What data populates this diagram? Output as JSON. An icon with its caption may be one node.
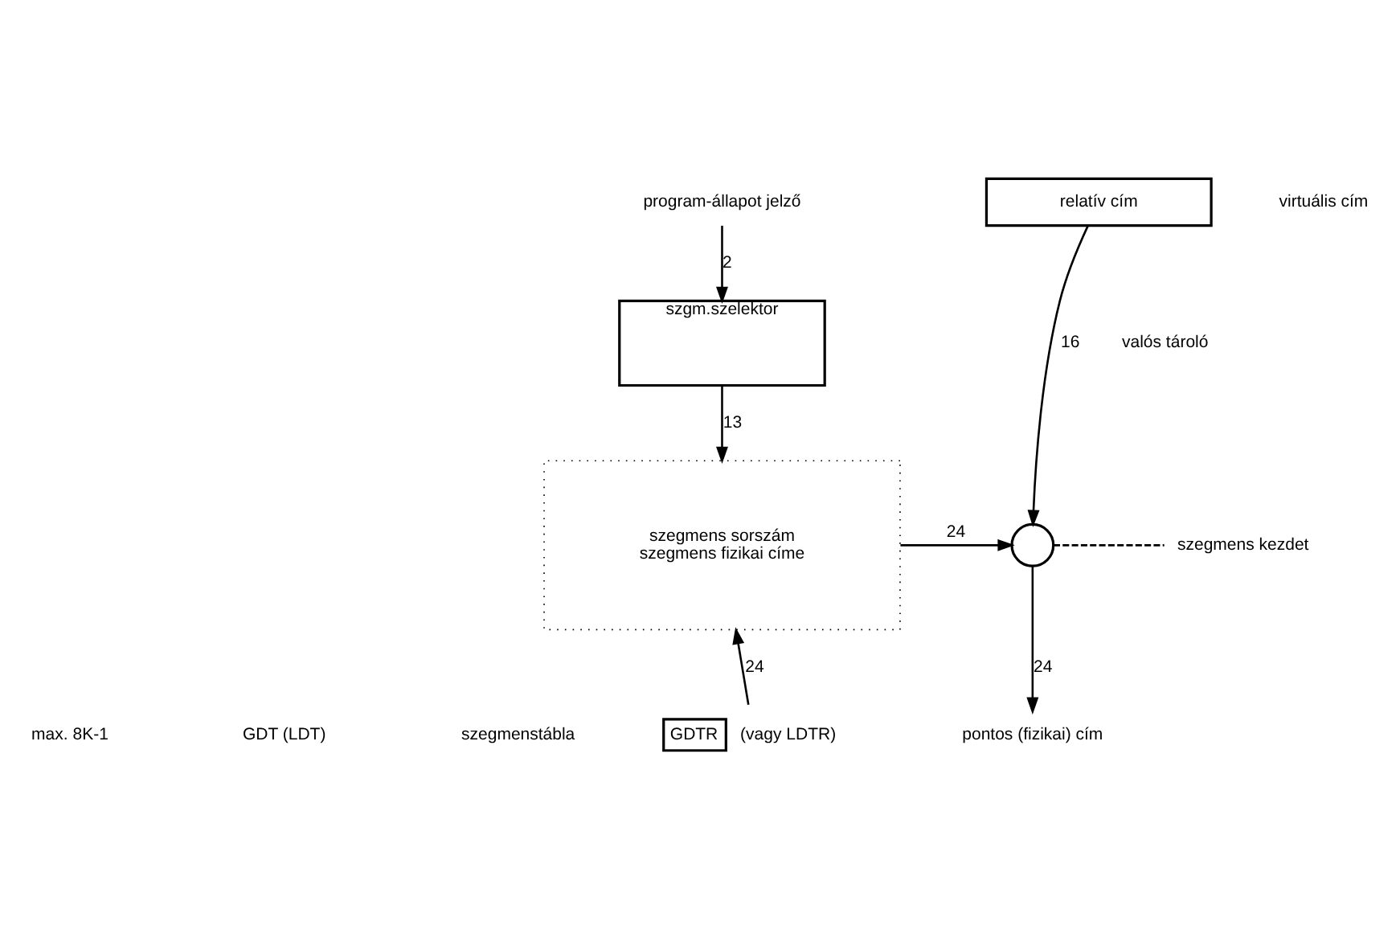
{
  "diagram": {
    "nodes": [
      {
        "text": [
          "program-állapot jelző"
        ]
      },
      {
        "text": [
          "szgm.szelektor"
        ]
      },
      {
        "text": [
          "relatív cím"
        ]
      },
      {
        "text": [
          "szegmens sorszám",
          "szegmens fizikai címe"
        ]
      },
      {
        "text": [],
        "shape": "circle"
      },
      {
        "text": [
          "szegmens kezdet"
        ]
      },
      {
        "text": [
          "pontos (fizikai) cím"
        ]
      },
      {
        "text": [
          "GDTR"
        ],
        "beside": [
          "(vagy LDTR)"
        ]
      }
    ],
    "edges": [
      {
        "from": 0,
        "to": 1,
        "arrow": "to",
        "label": "2"
      },
      {
        "from": 1,
        "to": 3,
        "arrow": "to",
        "label": "13"
      },
      {
        "from": 2,
        "to": 4,
        "arrow": "to",
        "label": "16"
      },
      {
        "from": 3,
        "to": 4,
        "arrow": "to",
        "label": "24"
      },
      {
        "from": 4,
        "to": 5,
        "arrow": "none",
        "style": "dashed"
      },
      {
        "from": 4,
        "to": 6,
        "arrow": "to",
        "label": "24"
      },
      {
        "from": 7,
        "to": 3,
        "arrow": "to",
        "label": "24"
      }
    ],
    "labels": [
      "virtuális cím",
      "valós tároló",
      "max. 8K-1",
      "GDT (LDT)",
      "szegmenstábla"
    ]
  }
}
